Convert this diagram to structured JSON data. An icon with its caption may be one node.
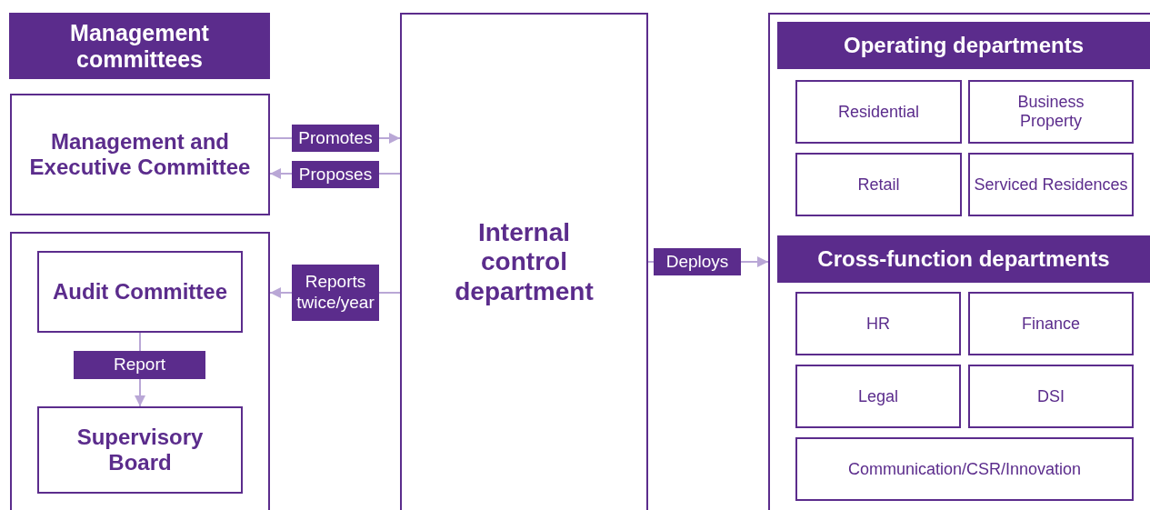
{
  "diagram": {
    "nodes": [
      {
        "text": [
          "Management committees"
        ]
      },
      {
        "text": [
          "Management and Executive Committee"
        ]
      },
      {
        "text": [],
        "shape": "box"
      },
      {
        "text": [
          "Audit Committee"
        ],
        "in": 2
      },
      {
        "text": [
          "Supervisory Board"
        ],
        "in": 2
      },
      {
        "text": [
          "Internal control department"
        ]
      },
      {
        "text": [],
        "shape": "box"
      },
      {
        "text": [
          "Operating departments"
        ],
        "in": 6
      },
      {
        "text": [
          "Residential"
        ],
        "in": 6
      },
      {
        "text": [
          "Business Property"
        ],
        "in": 6
      },
      {
        "text": [
          "Retail"
        ],
        "in": 6
      },
      {
        "text": [
          "Serviced Residences"
        ],
        "in": 6
      },
      {
        "text": [
          "Cross-function departments"
        ],
        "in": 6
      },
      {
        "text": [
          "HR"
        ],
        "in": 6
      },
      {
        "text": [
          "Finance"
        ],
        "in": 6
      },
      {
        "text": [
          "Legal"
        ],
        "in": 6
      },
      {
        "text": [
          "DSI"
        ],
        "in": 6
      },
      {
        "text": [
          "Communication/CSR/Innovation"
        ],
        "in": 6
      }
    ],
    "edges": [
      {
        "from": 1,
        "to": 5,
        "arrow": "to",
        "label": "Promotes"
      },
      {
        "from": 5,
        "to": 1,
        "arrow": "to",
        "label": "Proposes"
      },
      {
        "from": 5,
        "to": 2,
        "arrow": "to",
        "label": "Reports twice/year"
      },
      {
        "from": 3,
        "to": 4,
        "arrow": "to",
        "label": "Report"
      },
      {
        "from": 5,
        "to": 6,
        "arrow": "to",
        "label": "Deploys"
      }
    ]
  }
}
